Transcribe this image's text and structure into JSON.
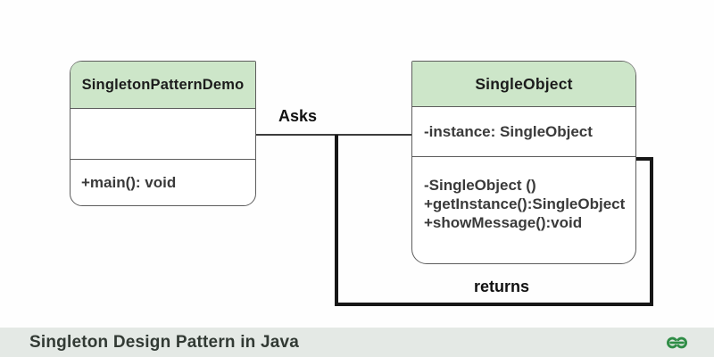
{
  "diagram": {
    "classes": [
      {
        "name": "SingletonPatternDemo",
        "attributes": [],
        "methods": [
          "+main(): void"
        ]
      },
      {
        "name": "SingleObject",
        "attributes": [
          "-instance: SingleObject"
        ],
        "methods": [
          "-SingleObject ()",
          "+getInstance():SingleObject",
          "+showMessage():void"
        ]
      }
    ],
    "relations": {
      "asks_label": "Asks",
      "returns_label": "returns"
    }
  },
  "footer": {
    "title": "Singleton Design Pattern in Java",
    "logo": "geeksforgeeks-logo"
  },
  "colors": {
    "header_green": "#cde6c9",
    "footer_bg": "#e4e9e5",
    "brand_green": "#2f8d46",
    "line_black": "#171717",
    "border_gray": "#5d5d5d"
  }
}
